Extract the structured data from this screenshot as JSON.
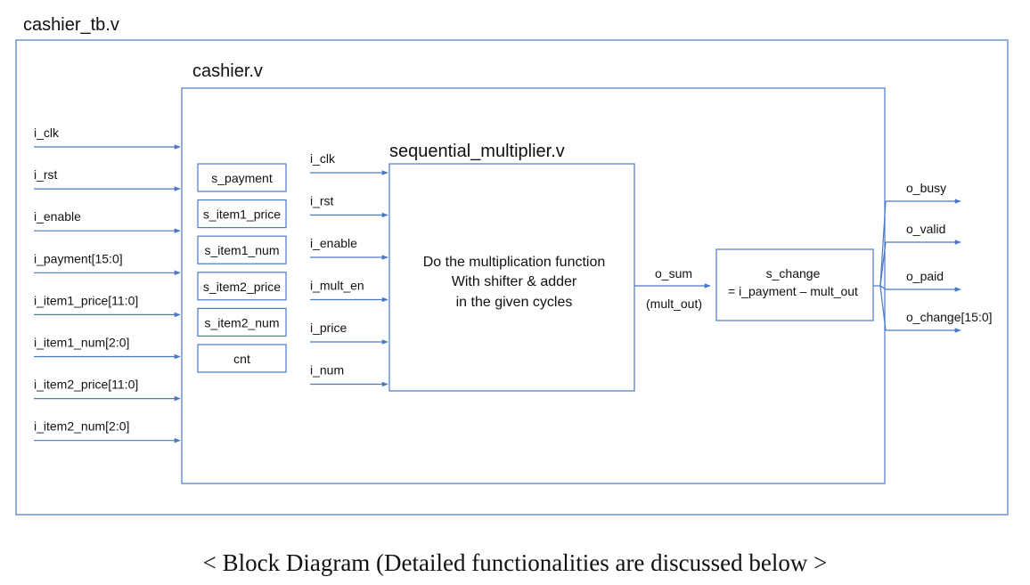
{
  "colors": {
    "accent": "#4a79c4",
    "text": "#111111"
  },
  "testbench": {
    "title": "cashier_tb.v"
  },
  "cashier": {
    "title": "cashier.v",
    "inputs": [
      "i_clk",
      "i_rst",
      "i_enable",
      "i_payment[15:0]",
      "i_item1_price[11:0]",
      "i_item1_num[2:0]",
      "i_item2_price[11:0]",
      "i_item2_num[2:0]"
    ],
    "registers": [
      "s_payment",
      "s_item1_price",
      "s_item1_num",
      "s_item2_price",
      "s_item2_num",
      "cnt"
    ]
  },
  "multiplier": {
    "title": "sequential_multiplier.v",
    "inputs": [
      "i_clk",
      "i_rst",
      "i_enable",
      "i_mult_en",
      "i_price",
      "i_num"
    ],
    "description": [
      "Do the multiplication function",
      "With shifter & adder",
      "in the given cycles"
    ],
    "output_label": "o_sum",
    "output_alias": "(mult_out)"
  },
  "change": {
    "lines": [
      "s_change",
      "= i_payment – mult_out"
    ]
  },
  "outputs": [
    "o_busy",
    "o_valid",
    "o_paid",
    "o_change[15:0]"
  ],
  "caption": "< Block Diagram (Detailed functionalities are discussed below >"
}
